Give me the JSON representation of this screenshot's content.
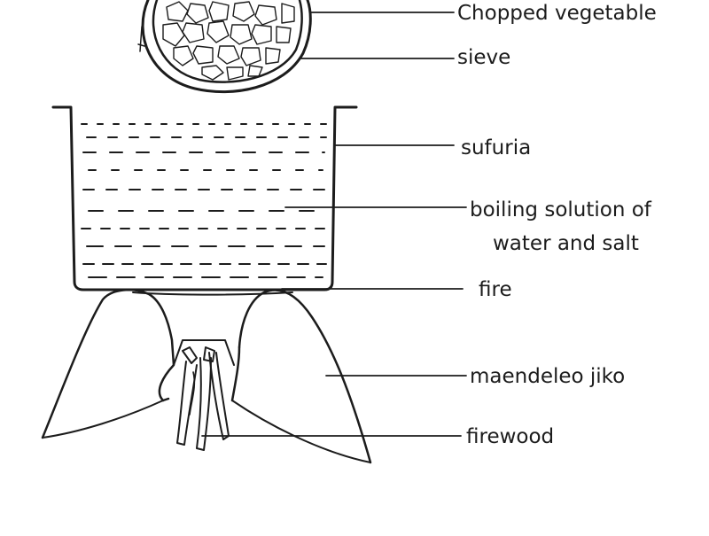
{
  "diagram": {
    "labels": {
      "chopped_vegetable": "Chopped vegetable",
      "sieve": "sieve",
      "sufuria": "sufuria",
      "boiling_line1": "boiling solution of",
      "boiling_line2": "water and salt",
      "fire": "fire",
      "jiko": "maendeleo jiko",
      "firewood": "firewood"
    },
    "ink_color": "#1c1c1c"
  }
}
